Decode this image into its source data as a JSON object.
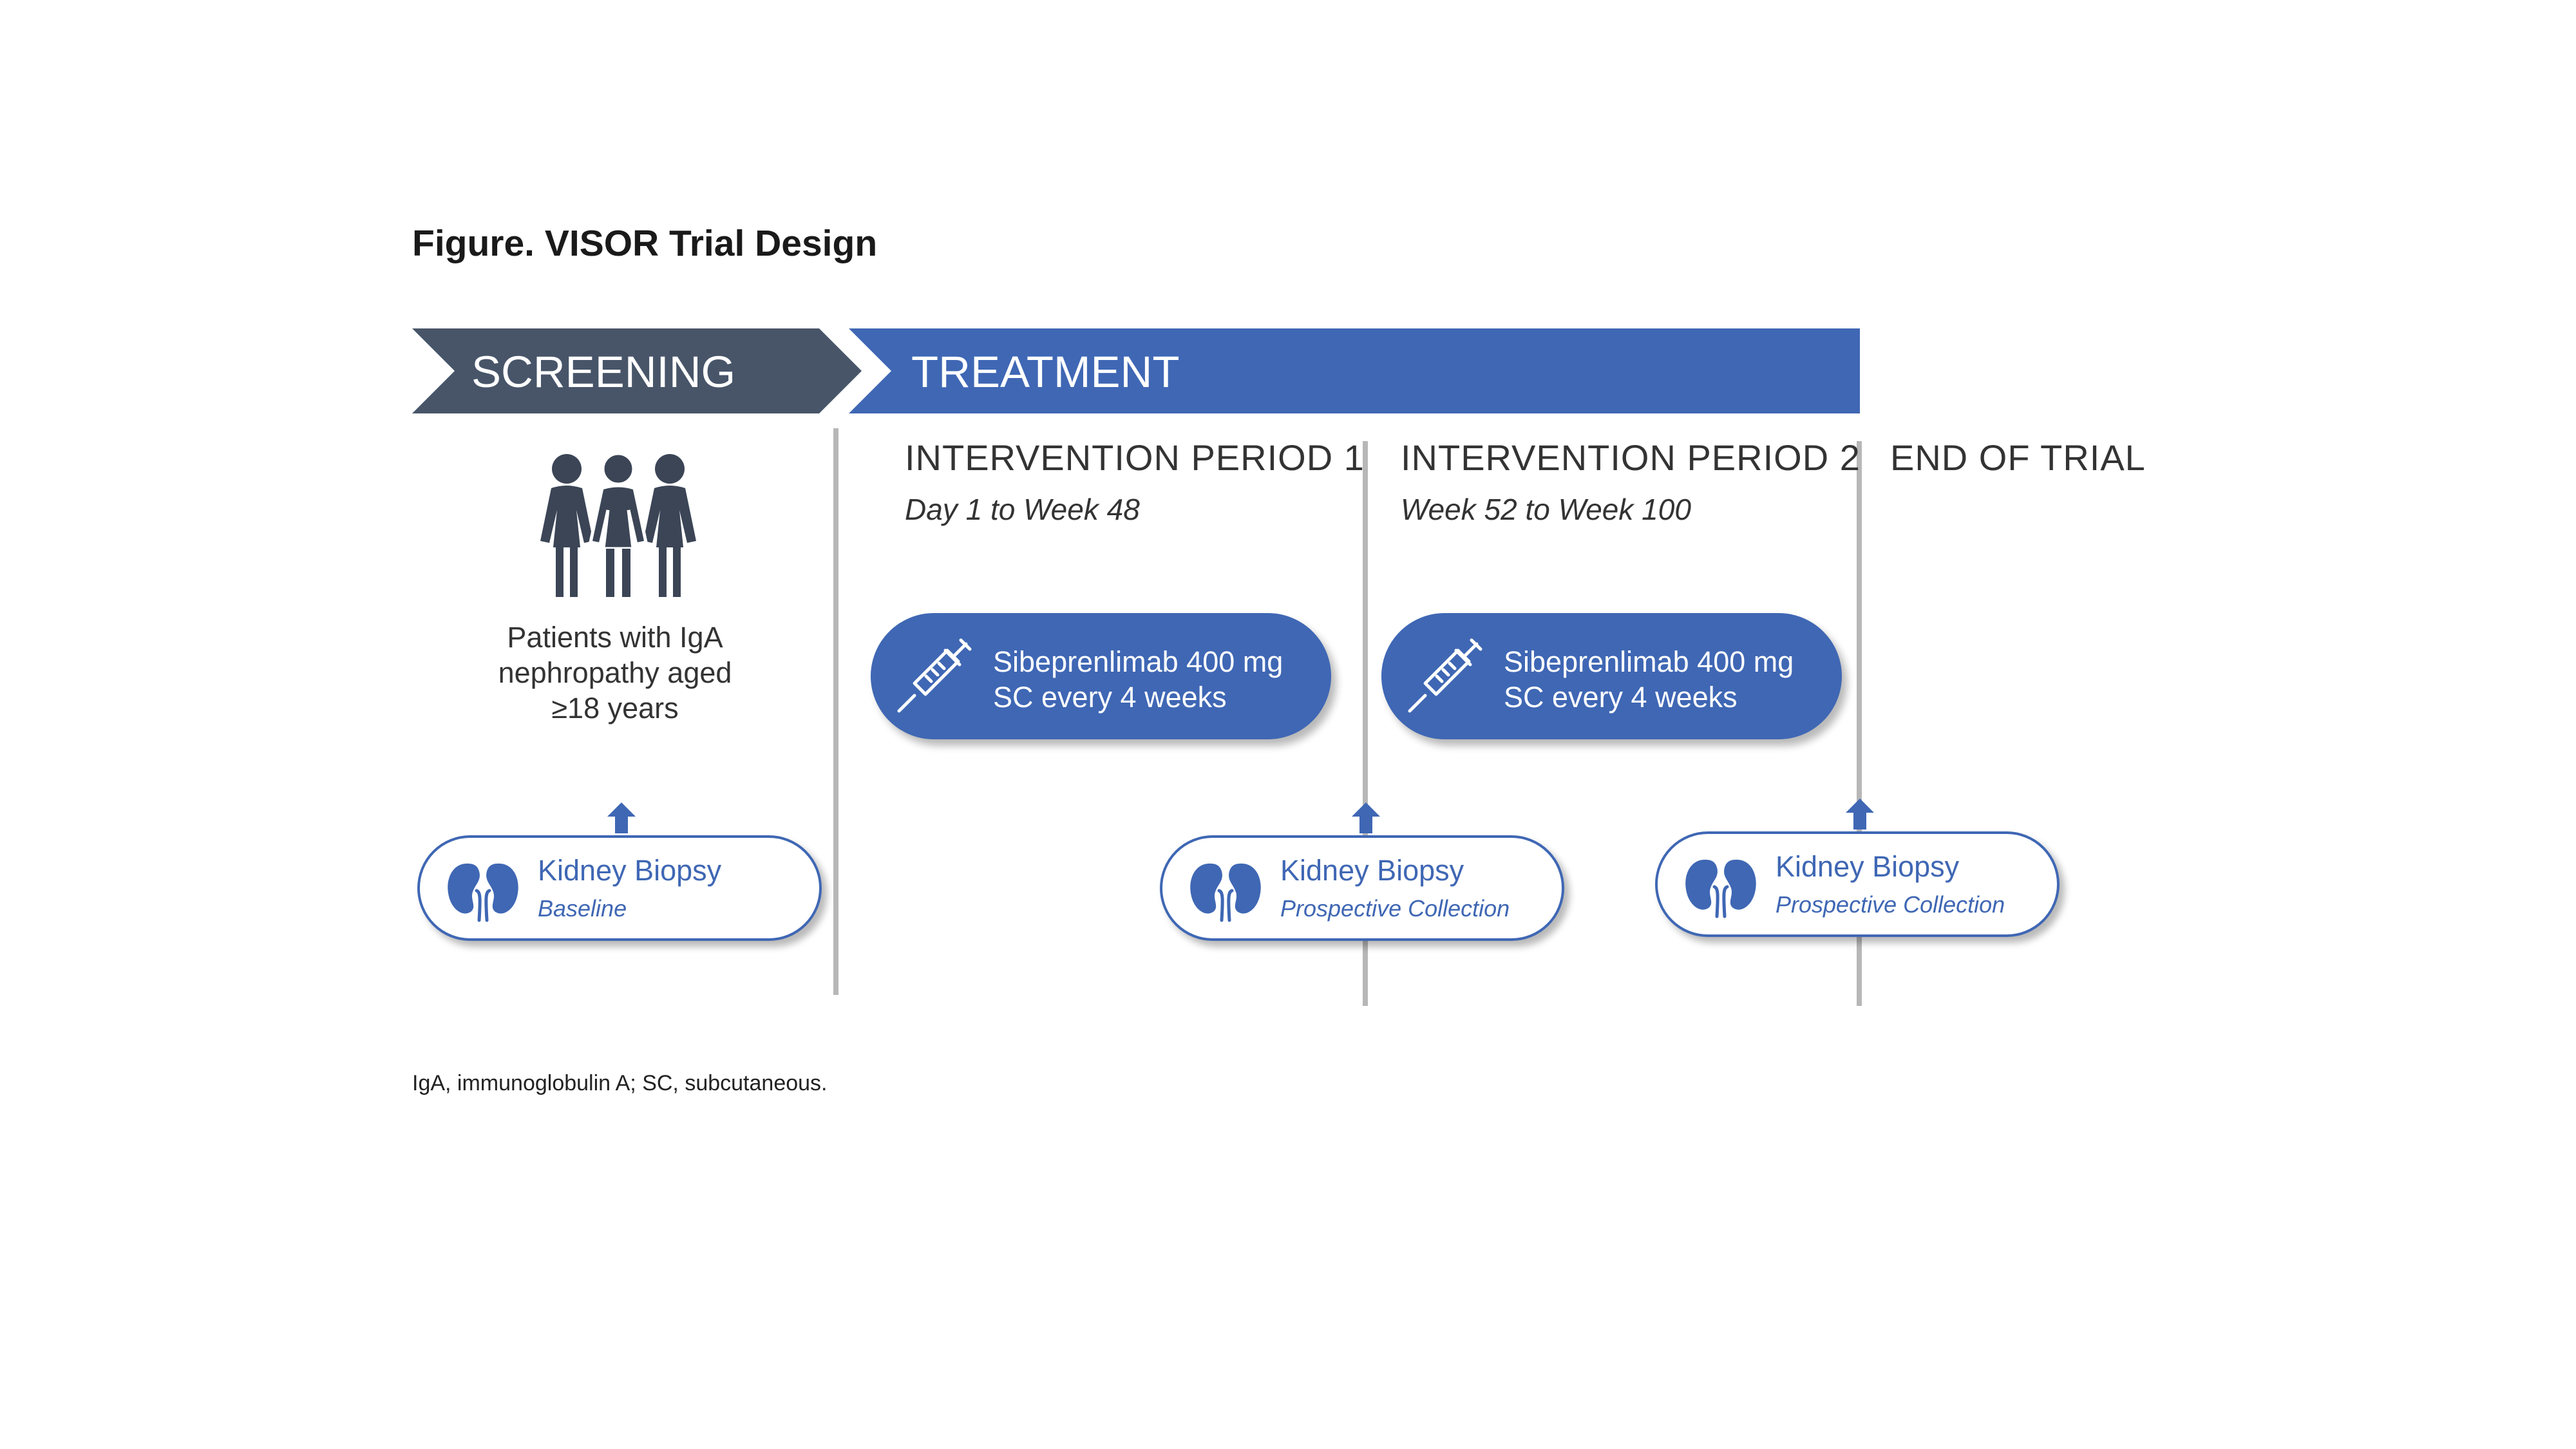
{
  "title": "Figure. VISOR Trial Design",
  "footnote": "IgA, immunoglobulin A; SC, subcutaneous.",
  "colors": {
    "screening": "#485569",
    "treatment": "#3f67b4",
    "divider": "#b7b7b7",
    "icon": "#3b4556"
  },
  "banners": {
    "screening": "SCREENING",
    "treatment": "TREATMENT"
  },
  "screening": {
    "patients": "Patients with IgA nephropathy aged ≥18 years",
    "icon": "people-group-icon"
  },
  "periods": [
    {
      "title": "INTERVENTION PERIOD 1",
      "subtitle": "Day 1 to Week 48"
    },
    {
      "title": "INTERVENTION PERIOD 2",
      "subtitle": "Week 52 to Week 100"
    },
    {
      "title": "END OF TRIAL"
    }
  ],
  "treatments": [
    {
      "line1": "Sibeprenlimab 400 mg",
      "line2": "SC every 4 weeks",
      "icon": "syringe-icon"
    },
    {
      "line1": "Sibeprenlimab 400 mg",
      "line2": "SC every 4 weeks",
      "icon": "syringe-icon"
    }
  ],
  "biopsies": [
    {
      "title": "Kidney Biopsy",
      "subtitle": "Baseline",
      "icon": "kidney-icon"
    },
    {
      "title": "Kidney Biopsy",
      "subtitle": "Prospective Collection",
      "icon": "kidney-icon"
    },
    {
      "title": "Kidney Biopsy",
      "subtitle": "Prospective Collection",
      "icon": "kidney-icon"
    }
  ]
}
